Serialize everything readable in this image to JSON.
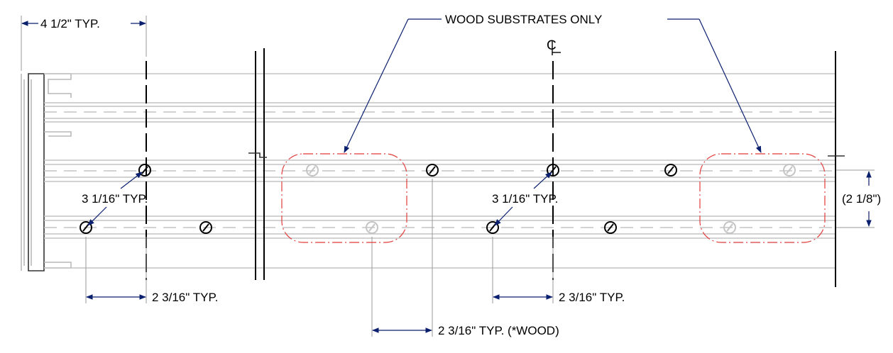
{
  "labels": {
    "top_left_dim": "4 1/2\"  TYP.",
    "wood_note": "WOOD SUBSTRATES ONLY",
    "centerline": "CL",
    "vert_left": "3 1/16\"  TYP.",
    "vert_mid": "3 1/16\"  TYP.",
    "right_dim": "(2 1/8\")",
    "horiz_left": "2 3/16\"  TYP.",
    "horiz_right": "2 3/16\"  TYP.",
    "horiz_wood": "2 3/16\"  TYP. (*WOOD)"
  },
  "colors": {
    "leader": "#0a1f6e",
    "wood_outline": "#e23b3b",
    "rail": "#c4c4c4",
    "line": "#000000"
  },
  "icons": {
    "fastener": "screw-fastener-icon",
    "centerline": "centerline-icon"
  }
}
